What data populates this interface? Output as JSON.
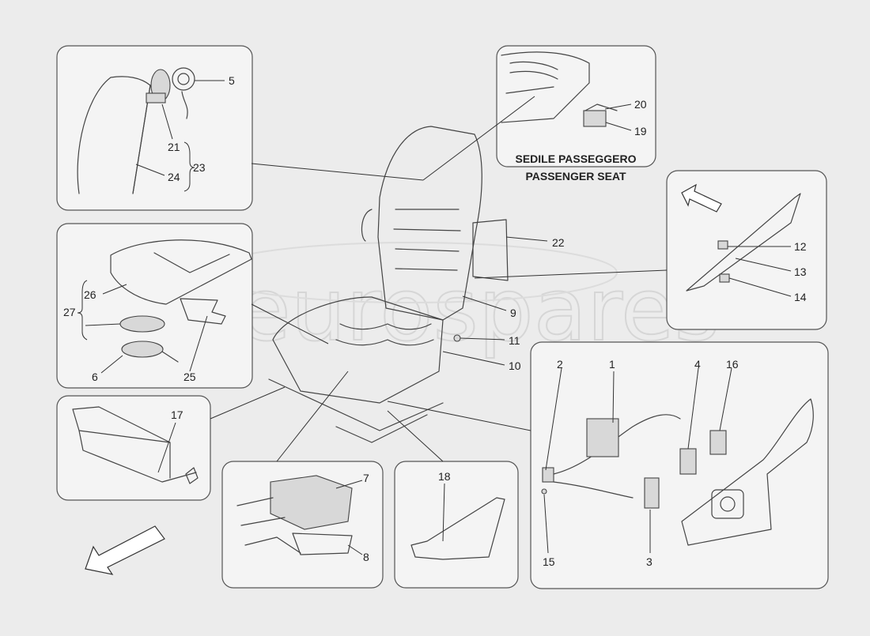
{
  "watermark": "eurospares",
  "passenger_panel": {
    "caption_it": "SEDILE PASSEGGERO",
    "caption_en": "PASSENGER SEAT"
  },
  "callouts": {
    "c1": "1",
    "c2": "2",
    "c3": "3",
    "c4": "4",
    "c5": "5",
    "c6": "6",
    "c7": "7",
    "c8": "8",
    "c9": "9",
    "c10": "10",
    "c11": "11",
    "c12": "12",
    "c13": "13",
    "c14": "14",
    "c15": "15",
    "c16": "16",
    "c17": "17",
    "c18": "18",
    "c19": "19",
    "c20": "20",
    "c21": "21",
    "c22": "22",
    "c23": "23",
    "c24": "24",
    "c25": "25",
    "c26": "26",
    "c27": "27"
  },
  "icons": {
    "direction_up": "arrow-up-left-icon",
    "direction_down": "arrow-down-left-icon"
  }
}
